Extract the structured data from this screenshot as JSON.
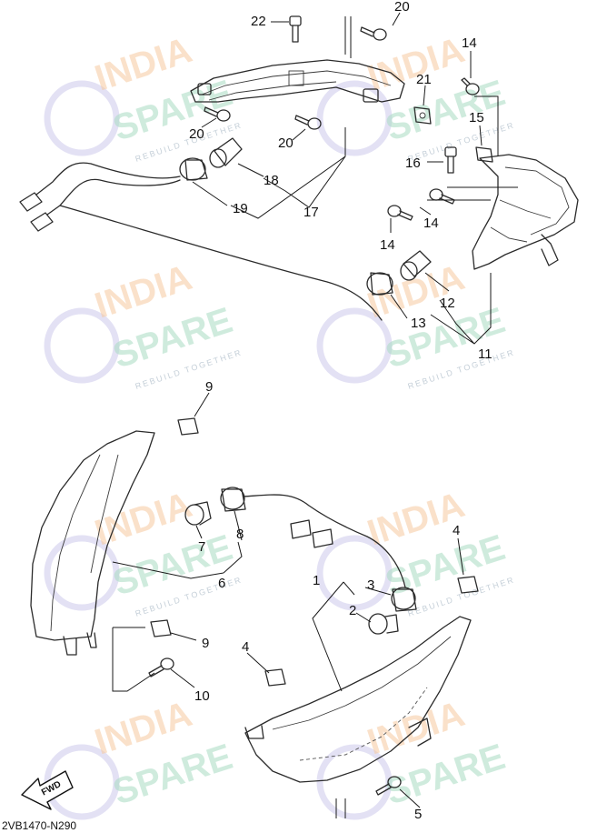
{
  "diagram_code": "2VB1470-N290",
  "fwd_label": "FWD",
  "watermark": {
    "line1": "INDIA",
    "line2": "SPARE",
    "tagline": "REBUILD TOGETHER"
  },
  "callouts": [
    {
      "id": "c22",
      "text": "22"
    },
    {
      "id": "c20a",
      "text": "20"
    },
    {
      "id": "c14a",
      "text": "14"
    },
    {
      "id": "c21",
      "text": "21"
    },
    {
      "id": "c20b",
      "text": "20"
    },
    {
      "id": "c20c",
      "text": "20"
    },
    {
      "id": "c15",
      "text": "15"
    },
    {
      "id": "c16",
      "text": "16"
    },
    {
      "id": "c18",
      "text": "18"
    },
    {
      "id": "c19",
      "text": "19"
    },
    {
      "id": "c17",
      "text": "17"
    },
    {
      "id": "c14b",
      "text": "14"
    },
    {
      "id": "c14c",
      "text": "14"
    },
    {
      "id": "c12",
      "text": "12"
    },
    {
      "id": "c13",
      "text": "13"
    },
    {
      "id": "c11",
      "text": "11"
    },
    {
      "id": "c9a",
      "text": "9"
    },
    {
      "id": "c7",
      "text": "7"
    },
    {
      "id": "c8",
      "text": "8"
    },
    {
      "id": "c6",
      "text": "6"
    },
    {
      "id": "c9b",
      "text": "9"
    },
    {
      "id": "c10",
      "text": "10"
    },
    {
      "id": "c4a",
      "text": "4"
    },
    {
      "id": "c1",
      "text": "1"
    },
    {
      "id": "c3",
      "text": "3"
    },
    {
      "id": "c2",
      "text": "2"
    },
    {
      "id": "c4b",
      "text": "4"
    },
    {
      "id": "c5",
      "text": "5"
    }
  ]
}
